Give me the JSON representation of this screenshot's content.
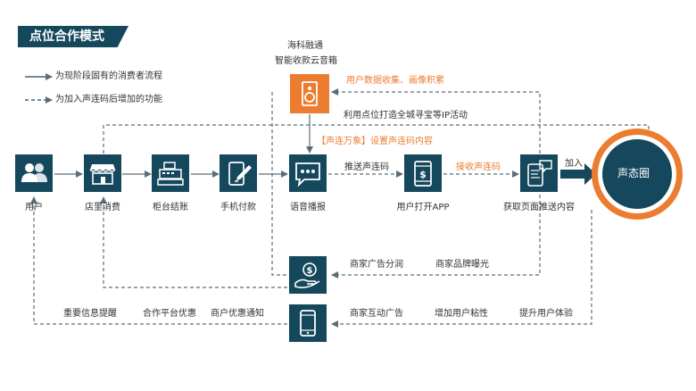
{
  "title": "点位合作模式",
  "legend": {
    "solid": "为现阶段固有的消费者流程",
    "dashed": "为加入声连码后增加的功能"
  },
  "nodes": {
    "user": "用户",
    "store": "店里消费",
    "counter": "柜台结账",
    "mobile_pay": "手机付款",
    "voice": "语音播报",
    "open_app": "用户打开APP",
    "push_content": "获取页面推送内容"
  },
  "speaker_device": {
    "line1": "海科融通",
    "line2": "智能收款云音箱"
  },
  "circle_label": "声态圈",
  "arrow_label": "加入",
  "annotations": {
    "data_collect": "用户数据收集、画像积累",
    "ip_activity": "利用点位打造全城寻宝等IP活动",
    "settings": "【声连万象】设置声连码内容",
    "push_code": "推送声连码",
    "receive_code": "接收声连码",
    "ad_share": "商家广告分润",
    "brand_exposure": "商家品牌曝光",
    "interactive_ad": "商家互动广告",
    "stickiness": "增加用户粘性",
    "experience": "提升用户体验",
    "info_remind": "重要信息提醒",
    "platform_offer": "合作平台优惠",
    "merchant_offer": "商户优惠通知"
  },
  "colors": {
    "primary": "#15485c",
    "accent": "#ec7c30",
    "line": "#5a6e7a"
  },
  "icons": {
    "user": "users-icon",
    "store": "storefront-icon",
    "counter": "cash-register-icon",
    "mobile_pay": "phone-pen-icon",
    "voice": "speech-bubble-icon",
    "open_app": "phone-dollar-icon",
    "push_content": "phone-chat-icon",
    "speaker": "speaker-icon",
    "coin_hand": "coin-hand-icon",
    "phone": "smartphone-icon"
  }
}
